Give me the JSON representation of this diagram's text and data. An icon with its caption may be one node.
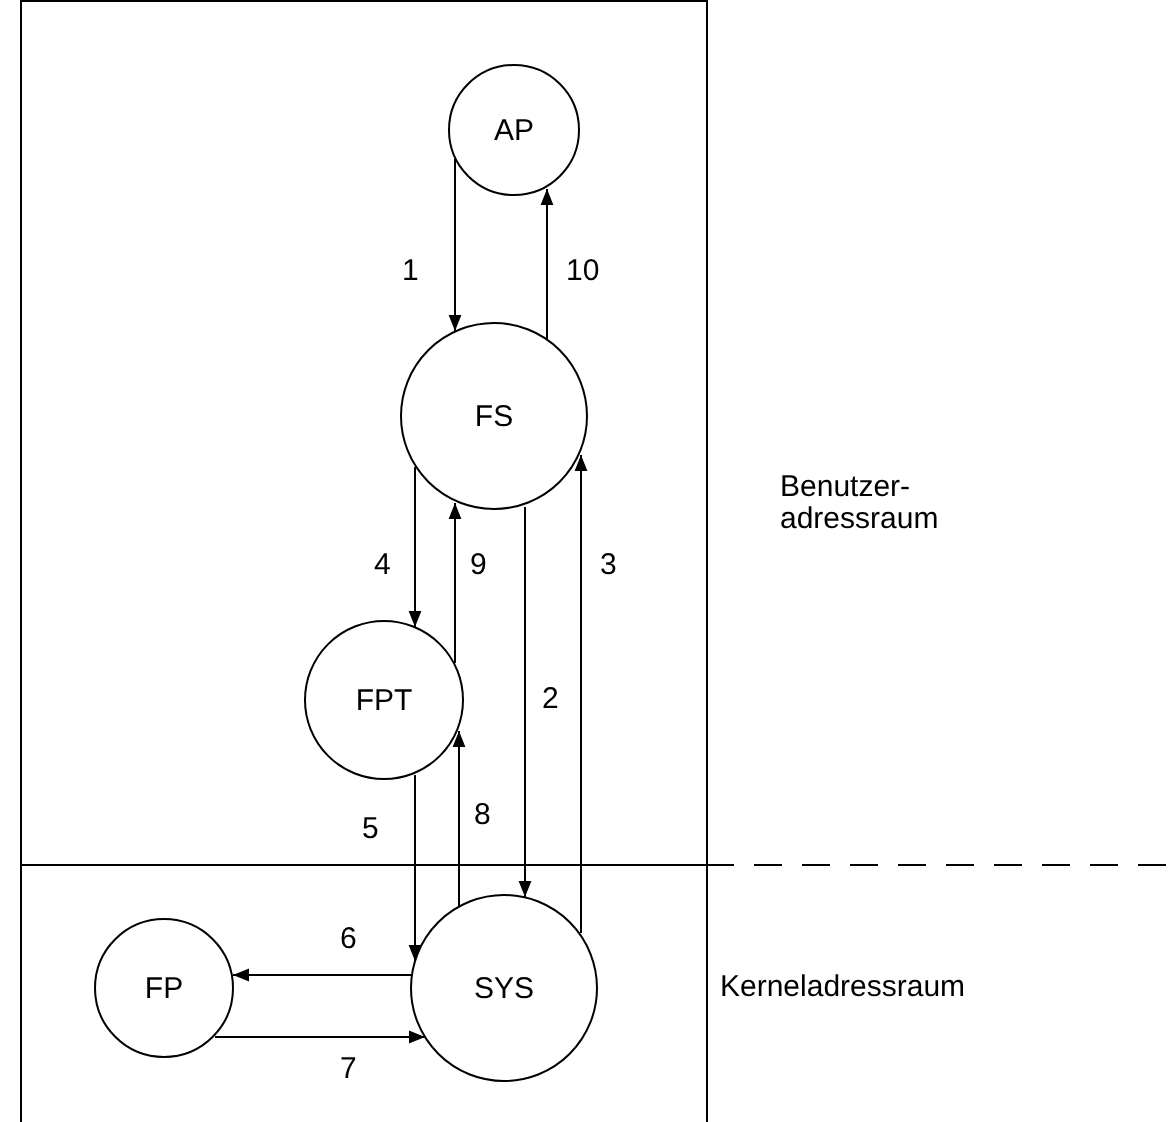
{
  "diagram": {
    "nodes": [
      {
        "text": [
          "AP"
        ]
      },
      {
        "text": [
          "FS"
        ]
      },
      {
        "text": [
          "FPT"
        ]
      },
      {
        "text": [
          "FP"
        ]
      },
      {
        "text": [
          "SYS"
        ]
      }
    ],
    "edges": [
      {
        "from": 0,
        "to": 1,
        "arrow": "to",
        "label": "1"
      },
      {
        "from": 1,
        "to": 0,
        "arrow": "to",
        "label": "10"
      },
      {
        "from": 1,
        "to": 2,
        "arrow": "to",
        "label": "4"
      },
      {
        "from": 2,
        "to": 1,
        "arrow": "to",
        "label": "9"
      },
      {
        "from": 1,
        "to": 4,
        "arrow": "to",
        "label": "2"
      },
      {
        "from": 4,
        "to": 1,
        "arrow": "to",
        "label": "3"
      },
      {
        "from": 2,
        "to": 4,
        "arrow": "to",
        "label": "5"
      },
      {
        "from": 4,
        "to": 2,
        "arrow": "to",
        "label": "8"
      },
      {
        "from": 4,
        "to": 3,
        "arrow": "to",
        "label": "6"
      },
      {
        "from": 3,
        "to": 4,
        "arrow": "to",
        "label": "7"
      }
    ],
    "labels": [
      "Benutzer- adressraum",
      "Kerneladressraum"
    ]
  }
}
